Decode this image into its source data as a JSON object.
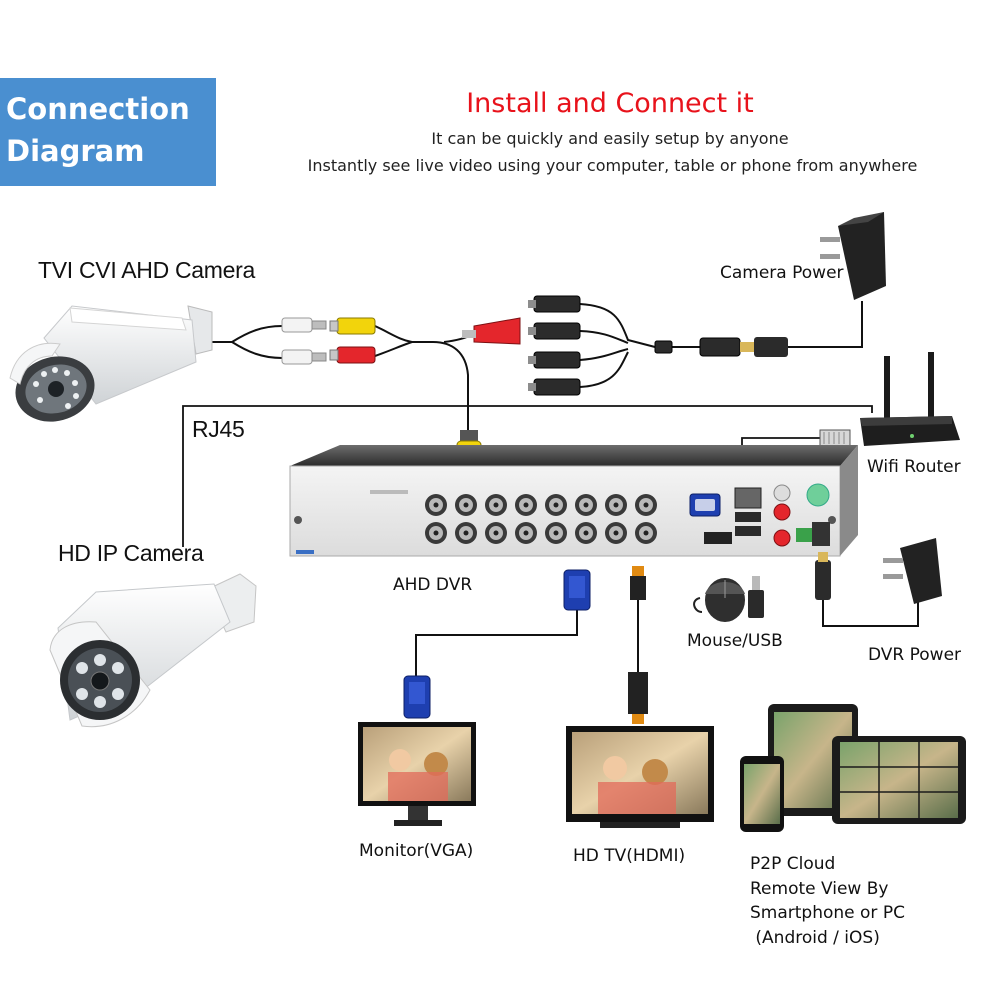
{
  "banner": {
    "line1": "Connection",
    "line2": "Diagram"
  },
  "header": {
    "title": "Install and Connect it",
    "subtitle1": "It can be quickly and easily setup by anyone",
    "subtitle2": "Instantly see live video using your computer, table or phone from anywhere"
  },
  "labels": {
    "analog_camera": "TVI CVI AHD Camera",
    "camera_power": "Camera Power",
    "rj45": "RJ45",
    "wifi_router": "Wifi Router",
    "ip_camera": "HD IP Camera",
    "dvr": "AHD DVR",
    "mouse_usb": "Mouse/USB",
    "dvr_power": "DVR Power",
    "monitor": "Monitor(VGA)",
    "hdtv": "HD TV(HDMI)",
    "p2p": [
      "P2P Cloud",
      "Remote View By",
      "Smartphone or PC",
      " (Android / iOS)"
    ]
  },
  "colors": {
    "banner": "#4a8fd0",
    "title": "#e8121b",
    "rca_yellow": "#f2d40c",
    "rca_red": "#e4262c",
    "vga_blue": "#1e3fb0",
    "hdmi_orange": "#e08a12",
    "terminal_green": "#3aa14a"
  }
}
